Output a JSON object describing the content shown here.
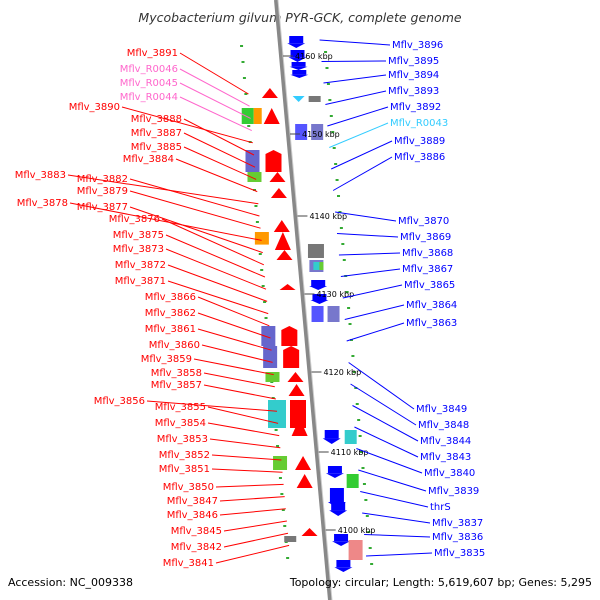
{
  "title": "Mycobacterium gilvum PYR-GCK, complete genome",
  "footer": {
    "accession": "Accession: NC_009338",
    "summary": "Topology: circular; Length: 5,619,607 bp; Genes: 5,295"
  },
  "colors": {
    "forward": "#ff0000",
    "reverse": "#0000ff",
    "rna": "#ff66cc",
    "trna": "#33ccff",
    "backbone": "#888888"
  },
  "ruler": [
    "4160 kbp",
    "4150 kbp",
    "4140 kbp",
    "4130 kbp",
    "4120 kbp",
    "4110 kbp",
    "4100 kbp"
  ],
  "left_labels": [
    {
      "text": "Mflv_3891",
      "kind": "cds"
    },
    {
      "text": "Mflv_R0046",
      "kind": "rna"
    },
    {
      "text": "Mflv_R0045",
      "kind": "rna"
    },
    {
      "text": "Mflv_R0044",
      "kind": "rna"
    },
    {
      "text": "Mflv_3890",
      "kind": "cds"
    },
    {
      "text": "Mflv_3888",
      "kind": "cds"
    },
    {
      "text": "Mflv_3887",
      "kind": "cds"
    },
    {
      "text": "Mflv_3885",
      "kind": "cds"
    },
    {
      "text": "Mflv_3884",
      "kind": "cds"
    },
    {
      "text": "Mflv_3883",
      "kind": "cds"
    },
    {
      "text": "Mflv_3882",
      "kind": "cds"
    },
    {
      "text": "Mflv_3879",
      "kind": "cds"
    },
    {
      "text": "Mflv_3878",
      "kind": "cds"
    },
    {
      "text": "Mflv_3877",
      "kind": "cds"
    },
    {
      "text": "Mflv_3876",
      "kind": "cds"
    },
    {
      "text": "Mflv_3875",
      "kind": "cds"
    },
    {
      "text": "Mflv_3873",
      "kind": "cds"
    },
    {
      "text": "Mflv_3872",
      "kind": "cds"
    },
    {
      "text": "Mflv_3871",
      "kind": "cds"
    },
    {
      "text": "Mflv_3866",
      "kind": "cds"
    },
    {
      "text": "Mflv_3862",
      "kind": "cds"
    },
    {
      "text": "Mflv_3861",
      "kind": "cds"
    },
    {
      "text": "Mflv_3860",
      "kind": "cds"
    },
    {
      "text": "Mflv_3859",
      "kind": "cds"
    },
    {
      "text": "Mflv_3858",
      "kind": "cds"
    },
    {
      "text": "Mflv_3857",
      "kind": "cds"
    },
    {
      "text": "Mflv_3856",
      "kind": "cds"
    },
    {
      "text": "Mflv_3855",
      "kind": "cds"
    },
    {
      "text": "Mflv_3854",
      "kind": "cds"
    },
    {
      "text": "Mflv_3853",
      "kind": "cds"
    },
    {
      "text": "Mflv_3852",
      "kind": "cds"
    },
    {
      "text": "Mflv_3851",
      "kind": "cds"
    },
    {
      "text": "Mflv_3850",
      "kind": "cds"
    },
    {
      "text": "Mflv_3847",
      "kind": "cds"
    },
    {
      "text": "Mflv_3846",
      "kind": "cds"
    },
    {
      "text": "Mflv_3845",
      "kind": "cds"
    },
    {
      "text": "Mflv_3842",
      "kind": "cds"
    },
    {
      "text": "Mflv_3841",
      "kind": "cds"
    }
  ],
  "right_labels": [
    {
      "text": "Mflv_3896",
      "kind": "cds"
    },
    {
      "text": "Mflv_3895",
      "kind": "cds"
    },
    {
      "text": "Mflv_3894",
      "kind": "cds"
    },
    {
      "text": "Mflv_3893",
      "kind": "cds"
    },
    {
      "text": "Mflv_3892",
      "kind": "cds"
    },
    {
      "text": "Mflv_R0043",
      "kind": "trna"
    },
    {
      "text": "Mflv_3889",
      "kind": "cds"
    },
    {
      "text": "Mflv_3886",
      "kind": "cds"
    },
    {
      "text": "Mflv_3870",
      "kind": "cds"
    },
    {
      "text": "Mflv_3869",
      "kind": "cds"
    },
    {
      "text": "Mflv_3868",
      "kind": "cds"
    },
    {
      "text": "Mflv_3867",
      "kind": "cds"
    },
    {
      "text": "Mflv_3865",
      "kind": "cds"
    },
    {
      "text": "Mflv_3864",
      "kind": "cds"
    },
    {
      "text": "Mflv_3863",
      "kind": "cds"
    },
    {
      "text": "Mflv_3849",
      "kind": "cds"
    },
    {
      "text": "Mflv_3848",
      "kind": "cds"
    },
    {
      "text": "Mflv_3844",
      "kind": "cds"
    },
    {
      "text": "Mflv_3843",
      "kind": "cds"
    },
    {
      "text": "Mflv_3840",
      "kind": "cds"
    },
    {
      "text": "Mflv_3839",
      "kind": "cds"
    },
    {
      "text": "thrS",
      "kind": "cds"
    },
    {
      "text": "Mflv_3837",
      "kind": "cds"
    },
    {
      "text": "Mflv_3836",
      "kind": "cds"
    },
    {
      "text": "Mflv_3835",
      "kind": "cds"
    }
  ]
}
